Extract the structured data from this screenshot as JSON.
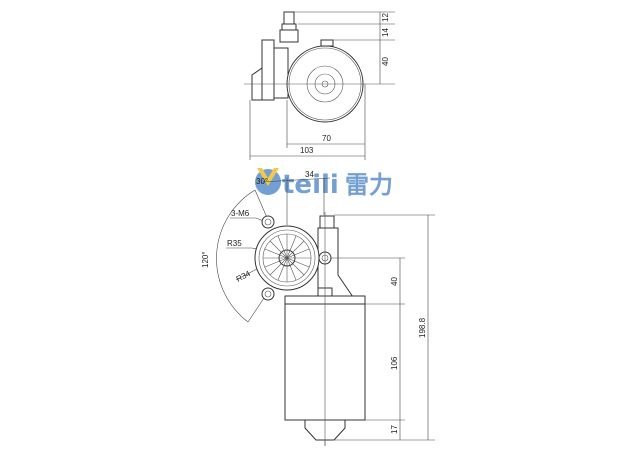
{
  "drawing": {
    "subject": "worm gear motor dimension drawing",
    "top_view": {
      "dims": {
        "d12": "12",
        "d14": "14",
        "d40": "40",
        "d70": "70",
        "d103": "103"
      }
    },
    "front_view": {
      "dims": {
        "angle30": "30°",
        "w34": "34",
        "holes": "3-M6",
        "r35": "R35",
        "r34": "R34",
        "angle120": "120°",
        "h40": "40",
        "h106": "106",
        "h17": "17",
        "total": "198.8"
      }
    },
    "logo": {
      "latin": "teili",
      "chinese": "雷力",
      "color_blue": "#5b8fc9",
      "color_yellow": "#f2c94c"
    }
  }
}
